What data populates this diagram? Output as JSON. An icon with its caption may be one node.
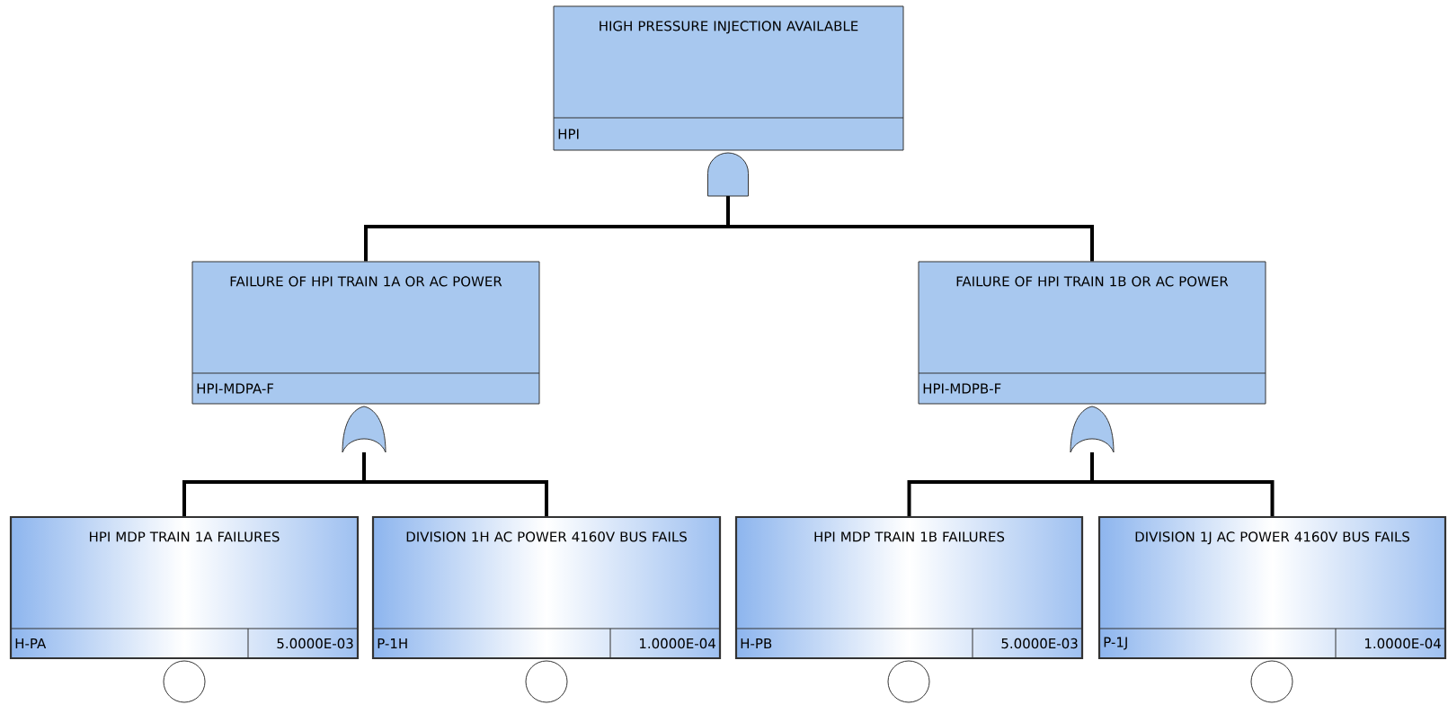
{
  "diagram": {
    "nodes": [
      {
        "text": [
          "HIGH PRESSURE INJECTION AVAILABLE",
          "HPI"
        ]
      },
      {
        "text": [],
        "shape": "and-gate"
      },
      {
        "text": [
          "FAILURE OF HPI TRAIN 1A OR AC POWER",
          "HPI-MDPA-F"
        ]
      },
      {
        "text": [
          "FAILURE OF HPI TRAIN 1B OR AC POWER",
          "HPI-MDPB-F"
        ]
      },
      {
        "text": [],
        "shape": "or-gate"
      },
      {
        "text": [],
        "shape": "or-gate"
      },
      {
        "text": [
          "HPI MDP TRAIN 1A FAILURES",
          "H-PA",
          "5.0000E-03"
        ]
      },
      {
        "text": [
          "DIVISION 1H AC POWER 4160V BUS FAILS",
          "P-1H",
          "1.0000E-04"
        ]
      },
      {
        "text": [
          "HPI MDP TRAIN 1B FAILURES",
          "H-PB",
          "5.0000E-03"
        ]
      },
      {
        "text": [
          "DIVISION 1J AC POWER 4160V BUS FAILS",
          "P-1J",
          "1.0000E-04"
        ]
      },
      {
        "text": [],
        "shape": "circle"
      },
      {
        "text": [],
        "shape": "circle"
      },
      {
        "text": [],
        "shape": "circle"
      },
      {
        "text": [],
        "shape": "circle"
      }
    ],
    "edges": [
      {
        "from": 1,
        "to": 2,
        "arrow": "none"
      },
      {
        "from": 1,
        "to": 3,
        "arrow": "none"
      },
      {
        "from": 4,
        "to": 6,
        "arrow": "none"
      },
      {
        "from": 4,
        "to": 7,
        "arrow": "none"
      },
      {
        "from": 5,
        "to": 8,
        "arrow": "none"
      },
      {
        "from": 5,
        "to": 9,
        "arrow": "none"
      }
    ]
  }
}
